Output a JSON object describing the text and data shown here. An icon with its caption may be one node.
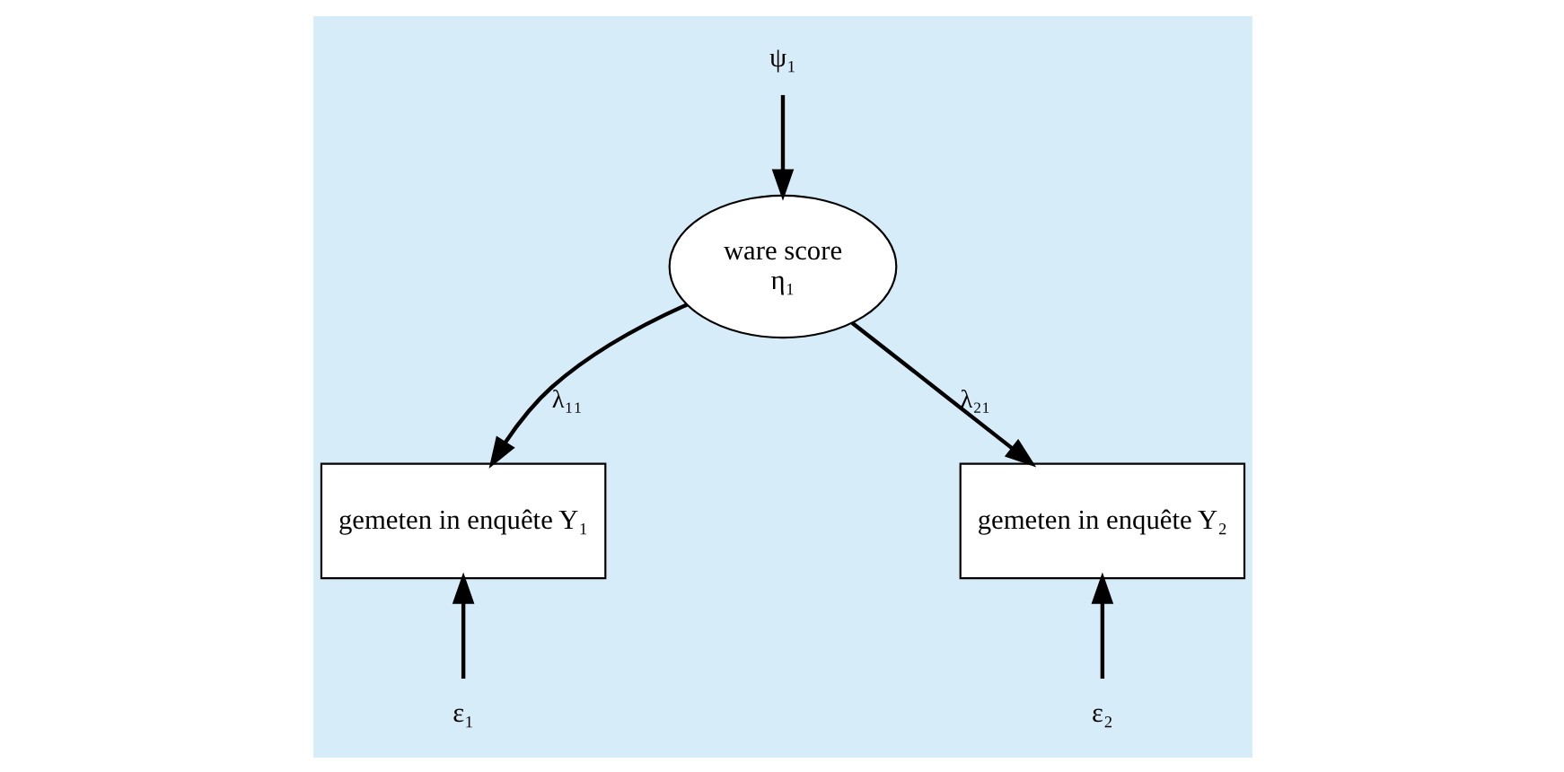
{
  "diagram": {
    "nodes": [
      {
        "text": [
          "ψ₁"
        ]
      },
      {
        "text": [
          "ware score",
          "η₁"
        ]
      },
      {
        "text": [
          "gemeten in enquête Y₁"
        ]
      },
      {
        "text": [
          "gemeten in enquête Y₂"
        ]
      },
      {
        "text": [
          "ε₁"
        ]
      },
      {
        "text": [
          "ε₂"
        ]
      }
    ],
    "edges": [
      {
        "from": 0,
        "to": 1,
        "arrow": "to"
      },
      {
        "from": 1,
        "to": 2,
        "arrow": "to",
        "label": "λ₁₁"
      },
      {
        "from": 1,
        "to": 3,
        "arrow": "to",
        "label": "λ₂₁"
      },
      {
        "from": 4,
        "to": 2,
        "arrow": "to"
      },
      {
        "from": 5,
        "to": 3,
        "arrow": "to"
      }
    ]
  }
}
